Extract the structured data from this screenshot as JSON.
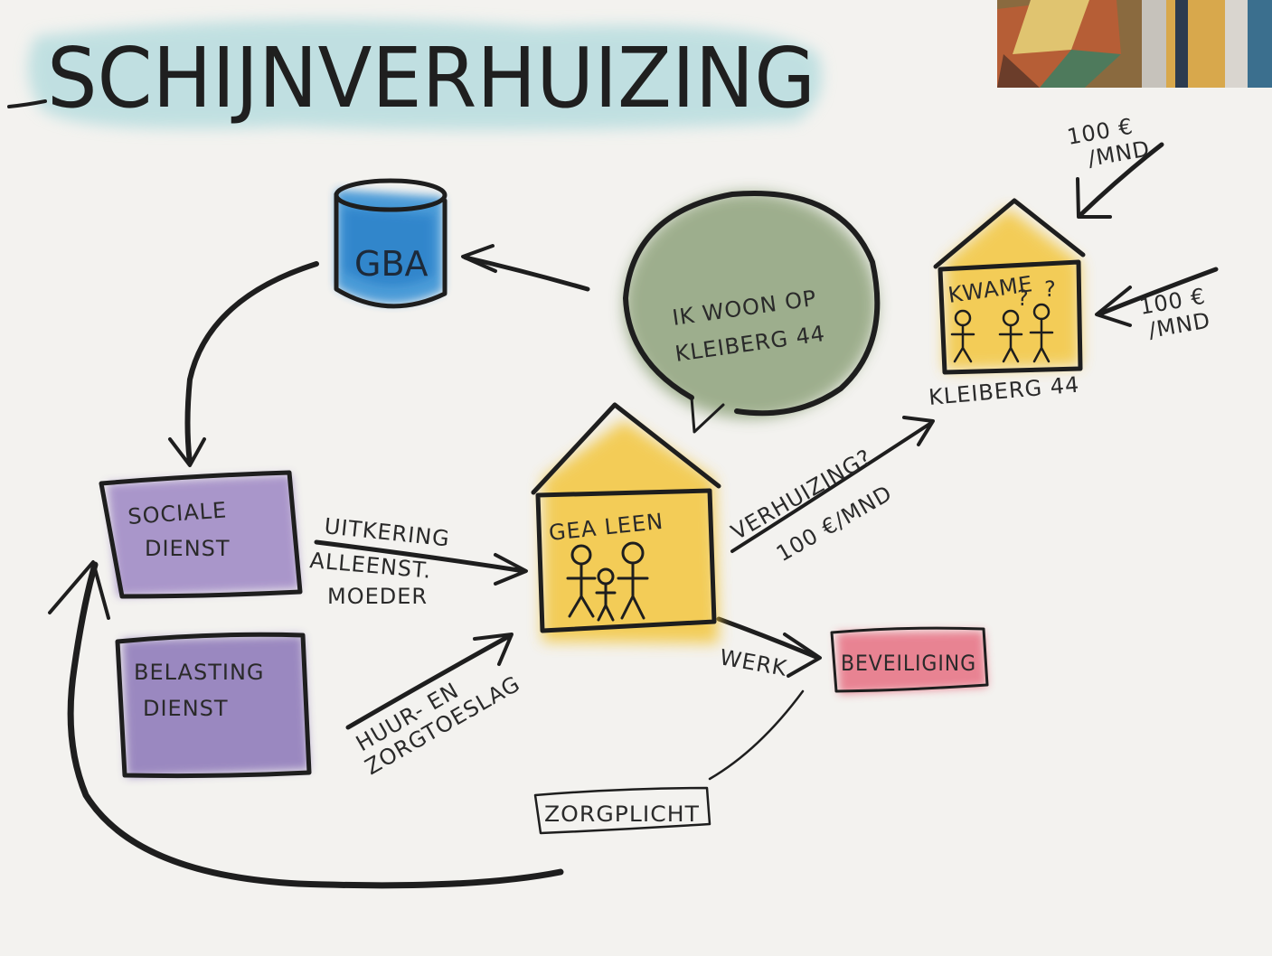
{
  "title": "SCHIJNVERHUIZING",
  "nodes": {
    "gba": {
      "label": "GBA",
      "color": "#3b93d6"
    },
    "speech": {
      "line1": "IK WOON OP",
      "line2": "KLEIBERG 44",
      "color": "#8fa37c"
    },
    "sociale_dienst": {
      "line1": "SOCIALE",
      "line2": "DIENST",
      "color": "#9d86c4"
    },
    "belasting_dienst": {
      "line1": "BELASTING",
      "line2": "DIENST",
      "color": "#8b76b8"
    },
    "house_main": {
      "label": "GEA LEEN",
      "color": "#f3c63e"
    },
    "house_kwame": {
      "label": "KWAME",
      "address": "KLEIBERG 44",
      "color": "#f3c63e"
    },
    "beveiliging": {
      "label": "BEVEILIGING",
      "color": "#e6687c"
    },
    "zorgplicht": {
      "label": "ZORGPLICHT"
    }
  },
  "edges": {
    "uitkering": {
      "line1": "UITKERING",
      "line2": "ALLEENST.",
      "line3": "MOEDER"
    },
    "toeslag": {
      "line1": "HUUR- EN",
      "line2": "ZORGTOESLAG"
    },
    "verhuizing": {
      "line1": "VERHUIZING?",
      "line2": "100 €/MND"
    },
    "werk": {
      "label": "WERK"
    },
    "rent_top": {
      "line1": "100 €",
      "line2": "/MND"
    },
    "rent_right": {
      "line1": "100 €",
      "line2": "/MND"
    }
  }
}
